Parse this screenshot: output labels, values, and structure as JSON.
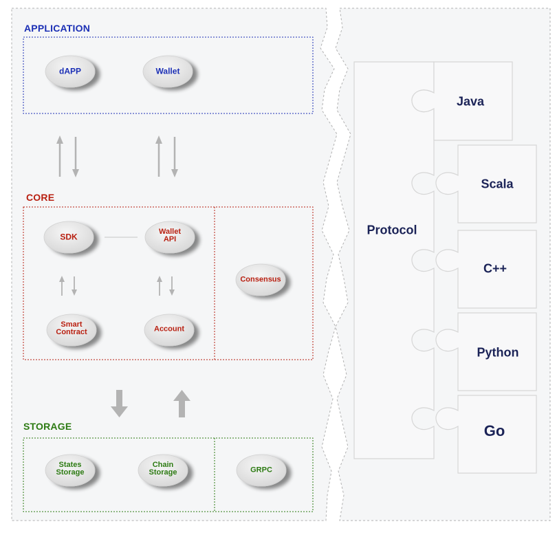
{
  "colors": {
    "application": "#1b2fb5",
    "core": "#b81f10",
    "storage": "#2c7a12",
    "language": "#1b2357",
    "arrow": "#b3b3b3",
    "pill_fill": "#e6e6e6",
    "dotted": "#a9a9a9"
  },
  "application": {
    "title": "APPLICATION",
    "nodes": {
      "dapp": "dAPP",
      "wallet": "Wallet"
    }
  },
  "core": {
    "title": "CORE",
    "nodes": {
      "sdk": "SDK",
      "wallet_api": "Wallet\nAPI",
      "smart_contract": "Smart\nContract",
      "account": "Account",
      "consensus": "Consensus"
    }
  },
  "storage": {
    "title": "STORAGE",
    "nodes": {
      "states_storage": "States\nStorage",
      "chain_storage": "Chain\nStorage",
      "grpc": "GRPC"
    }
  },
  "protocol": {
    "label": "Protocol",
    "languages": [
      "Java",
      "Scala",
      "C++",
      "Python",
      "Go"
    ]
  }
}
